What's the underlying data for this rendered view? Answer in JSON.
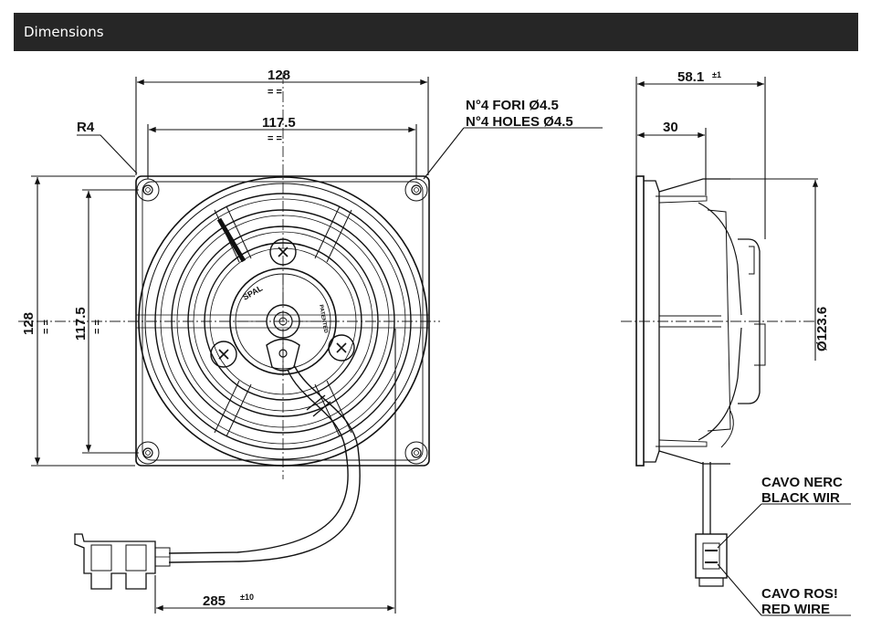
{
  "header": {
    "title": "Dimensions"
  },
  "front_view": {
    "overall_width": "128",
    "overall_width_note": "= =",
    "hole_spacing_width": "117.5",
    "hole_spacing_width_note": "= =",
    "overall_height": "128",
    "overall_height_note": "= =",
    "hole_spacing_height": "117.5",
    "hole_spacing_height_note": "= =",
    "corner_radius": "R4",
    "holes_it": "N°4 FORI  Ø4.5",
    "holes_en": "N°4 HOLES  Ø4.5",
    "cable_length": "285",
    "cable_tolerance": "±10",
    "logo_text": "SPAL",
    "hub_text": "PATENTED"
  },
  "side_view": {
    "depth": "58.1",
    "depth_tolerance": "±1",
    "motor_depth": "30",
    "fan_diameter": "Ø123.6",
    "black_wire_it": "CAVO NERC",
    "black_wire_en": "BLACK WIR",
    "red_wire_it": "CAVO ROS!",
    "red_wire_en": "RED WIRE"
  },
  "colors": {
    "header_bg": "#262626",
    "header_text": "#ffffff",
    "line": "#111111"
  }
}
